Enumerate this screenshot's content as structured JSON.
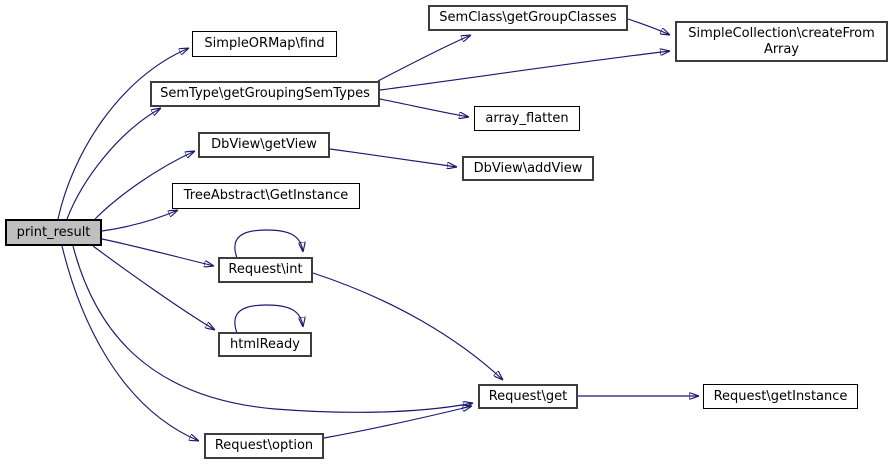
{
  "graph": {
    "type": "call-graph",
    "background_color": "#ffffff",
    "edge_color": "#191970",
    "node_fill": "#ffffff",
    "node_border_color": "#000000",
    "emphasized_node_border_color": "#3d3d3d",
    "root_node_fill": "#bfbfbf",
    "nodes": [
      {
        "id": "print_result",
        "label": "print_result",
        "root": true
      },
      {
        "id": "SimpleORMap_find",
        "label": "SimpleORMap\\find"
      },
      {
        "id": "SemType_getGroupingSemTypes",
        "label": "SemType\\getGroupingSemTypes"
      },
      {
        "id": "DbView_getView",
        "label": "DbView\\getView"
      },
      {
        "id": "TreeAbstract_GetInstance",
        "label": "TreeAbstract\\GetInstance"
      },
      {
        "id": "Request_int",
        "label": "Request\\int"
      },
      {
        "id": "htmlReady",
        "label": "htmlReady"
      },
      {
        "id": "Request_option",
        "label": "Request\\option"
      },
      {
        "id": "SemClass_getGroupClasses",
        "label": "SemClass\\getGroupClasses"
      },
      {
        "id": "array_flatten",
        "label": "array_flatten"
      },
      {
        "id": "DbView_addView",
        "label": "DbView\\addView"
      },
      {
        "id": "SimpleCollection_createFromArray",
        "label": "SimpleCollection\\createFrom\nArray"
      },
      {
        "id": "Request_get",
        "label": "Request\\get"
      },
      {
        "id": "Request_getInstance",
        "label": "Request\\getInstance"
      }
    ],
    "edges": [
      {
        "from": "print_result",
        "to": "SimpleORMap_find"
      },
      {
        "from": "print_result",
        "to": "SemType_getGroupingSemTypes"
      },
      {
        "from": "print_result",
        "to": "DbView_getView"
      },
      {
        "from": "print_result",
        "to": "TreeAbstract_GetInstance"
      },
      {
        "from": "print_result",
        "to": "Request_int"
      },
      {
        "from": "print_result",
        "to": "htmlReady"
      },
      {
        "from": "print_result",
        "to": "Request_get"
      },
      {
        "from": "print_result",
        "to": "Request_option"
      },
      {
        "from": "SemType_getGroupingSemTypes",
        "to": "SemClass_getGroupClasses"
      },
      {
        "from": "SemType_getGroupingSemTypes",
        "to": "SimpleCollection_createFromArray"
      },
      {
        "from": "SemType_getGroupingSemTypes",
        "to": "array_flatten"
      },
      {
        "from": "SemClass_getGroupClasses",
        "to": "SimpleCollection_createFromArray"
      },
      {
        "from": "DbView_getView",
        "to": "DbView_addView"
      },
      {
        "from": "Request_int",
        "to": "Request_int",
        "self_loop": true
      },
      {
        "from": "Request_int",
        "to": "Request_get"
      },
      {
        "from": "htmlReady",
        "to": "htmlReady",
        "self_loop": true
      },
      {
        "from": "Request_option",
        "to": "Request_get"
      },
      {
        "from": "Request_get",
        "to": "Request_getInstance"
      }
    ]
  }
}
